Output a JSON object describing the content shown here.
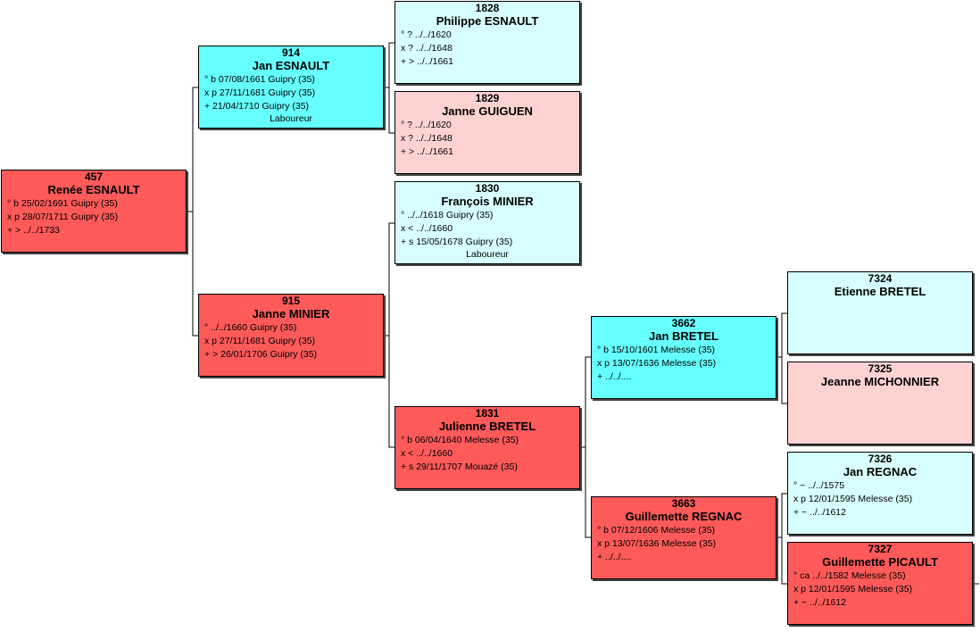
{
  "persons": [
    {
      "id": "p457",
      "num": "457",
      "name": "Renée ESNAULT",
      "lines": [
        "° b 25/02/1691 Guipry (35)",
        "x p 28/07/1711 Guipry (35)",
        "+ > ../../1733"
      ],
      "occupation": "",
      "color": "#fe5a5a"
    },
    {
      "id": "p914",
      "num": "914",
      "name": "Jan ESNAULT",
      "lines": [
        "° b 07/08/1661 Guipry (35)",
        "x p 27/11/1681 Guipry (35)",
        "+ 21/04/1710 Guipry (35)"
      ],
      "occupation": "Laboureur",
      "color": "#66ffff"
    },
    {
      "id": "p915",
      "num": "915",
      "name": "Janne MINIER",
      "lines": [
        "° ../../1660 Guipry (35)",
        "x p 27/11/1681 Guipry (35)",
        "+ > 26/01/1706 Guipry (35)"
      ],
      "occupation": "",
      "color": "#fe5a5a"
    },
    {
      "id": "p1828",
      "num": "1828",
      "name": "Philippe ESNAULT",
      "lines": [
        "° ? ../../1620",
        "x ? ../../1648",
        "+ > ../../1661"
      ],
      "occupation": "",
      "color": "#d7ffff"
    },
    {
      "id": "p1829",
      "num": "1829",
      "name": "Janne GUIGUEN",
      "lines": [
        "° ? ../../1620",
        "x ? ../../1648",
        "+ > ../../1661"
      ],
      "occupation": "",
      "color": "#ffd2d2"
    },
    {
      "id": "p1830",
      "num": "1830",
      "name": "François MINIER",
      "lines": [
        "° ../../1618 Guipry (35)",
        "x < ../../1660",
        "+ s 15/05/1678 Guipry (35)"
      ],
      "occupation": "Laboureur",
      "color": "#d7ffff"
    },
    {
      "id": "p1831",
      "num": "1831",
      "name": "Julienne BRETEL",
      "lines": [
        "° b 06/04/1640 Melesse (35)",
        "x < ../../1660",
        "+ s 29/11/1707 Mouazé (35)"
      ],
      "occupation": "",
      "color": "#fe5a5a"
    },
    {
      "id": "p3662",
      "num": "3662",
      "name": "Jan BRETEL",
      "lines": [
        "° b 15/10/1601 Melesse (35)",
        "x p 13/07/1636 Melesse (35)",
        "+ ../../...."
      ],
      "occupation": "",
      "color": "#66ffff"
    },
    {
      "id": "p3663",
      "num": "3663",
      "name": "Guillemette REGNAC",
      "lines": [
        "° b 07/12/1606 Melesse (35)",
        "x p 13/07/1636 Melesse (35)",
        "+ ../../...."
      ],
      "occupation": "",
      "color": "#fe5a5a"
    },
    {
      "id": "p7324",
      "num": "7324",
      "name": "Etienne BRETEL",
      "lines": [],
      "occupation": "",
      "color": "#d7ffff"
    },
    {
      "id": "p7325",
      "num": "7325",
      "name": "Jeanne MICHONNIER",
      "lines": [],
      "occupation": "",
      "color": "#ffd2d2"
    },
    {
      "id": "p7326",
      "num": "7326",
      "name": "Jan REGNAC",
      "lines": [
        "° ~ ../../1575",
        "x p 12/01/1595 Melesse (35)",
        "+ ~ ../../1612"
      ],
      "occupation": "",
      "color": "#d7ffff"
    },
    {
      "id": "p7327",
      "num": "7327",
      "name": "Guillemette PICAULT",
      "lines": [
        "° ca ../../1582 Melesse (35)",
        "x p 12/01/1595 Melesse (35)",
        "+ ~ ../../1612"
      ],
      "occupation": "",
      "color": "#fe5a5a"
    }
  ]
}
